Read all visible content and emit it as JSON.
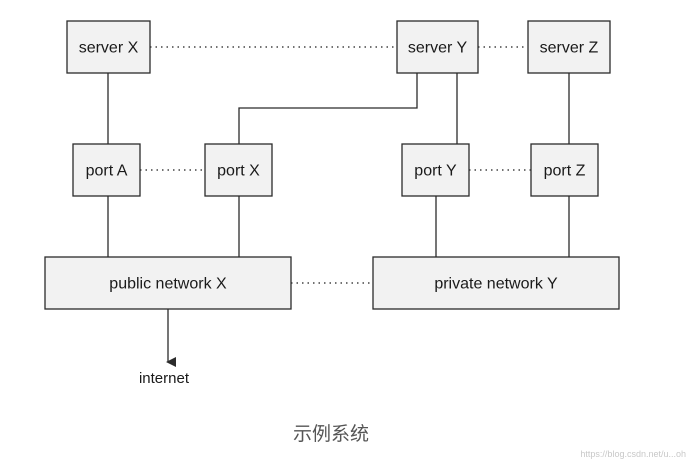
{
  "nodes": {
    "server_x": "server X",
    "server_y": "server Y",
    "server_z": "server Z",
    "port_a": "port A",
    "port_x": "port X",
    "port_y": "port Y",
    "port_z": "port Z",
    "public_network_x": "public network X",
    "private_network_y": "private network Y"
  },
  "external": {
    "internet": "internet"
  },
  "caption": "示例系统",
  "watermark": "https://blog.csdn.net/u...oh"
}
